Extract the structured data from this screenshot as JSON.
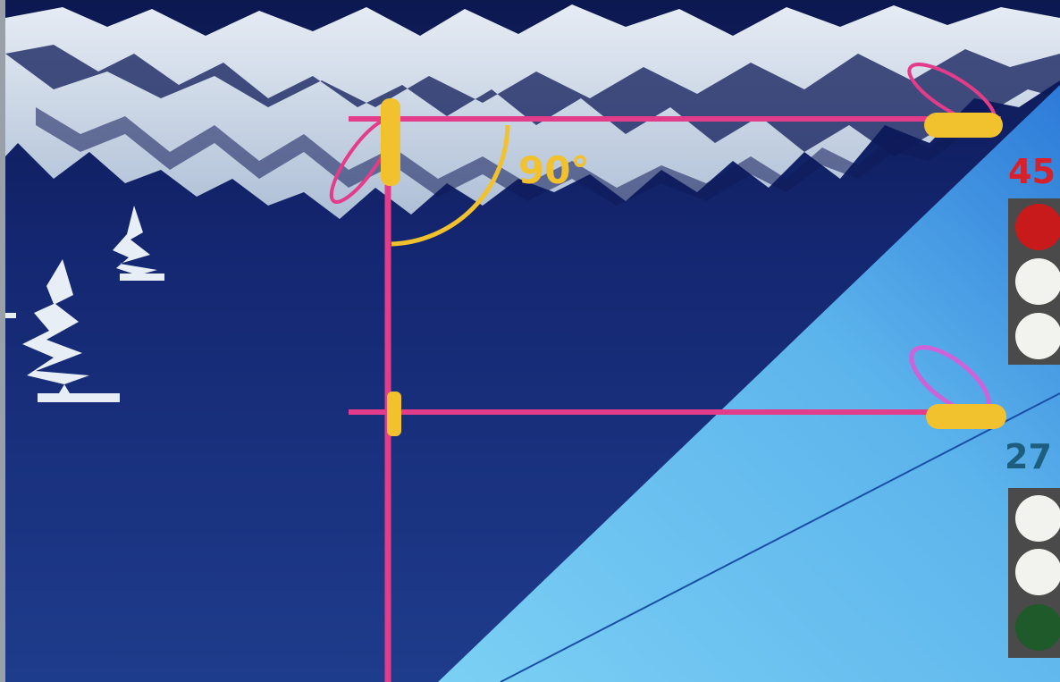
{
  "angle_label": "90°",
  "panel_top": {
    "label": "45",
    "label_color": "#d8202a",
    "lights": [
      {
        "name": "red",
        "color": "#c81a1a"
      },
      {
        "name": "white",
        "color": "#f2f2ee"
      },
      {
        "name": "white",
        "color": "#f2f2ee"
      }
    ]
  },
  "panel_bottom": {
    "label": "27",
    "label_color": "#1d5e7e",
    "lights": [
      {
        "name": "white",
        "color": "#f2f2ee"
      },
      {
        "name": "white",
        "color": "#f2f2ee"
      },
      {
        "name": "green",
        "color": "#1f5a2a"
      }
    ]
  },
  "colors": {
    "sky": "#1b2a8c",
    "ground_dark": "#1e3a7c",
    "beam": "#4aa6e0",
    "runway_lines": "#e33c8a",
    "markers": "#f2c12e",
    "ellipse": "#d05ad8",
    "arc": "#f2c12e",
    "panel_bg": "#4a4a4a"
  }
}
